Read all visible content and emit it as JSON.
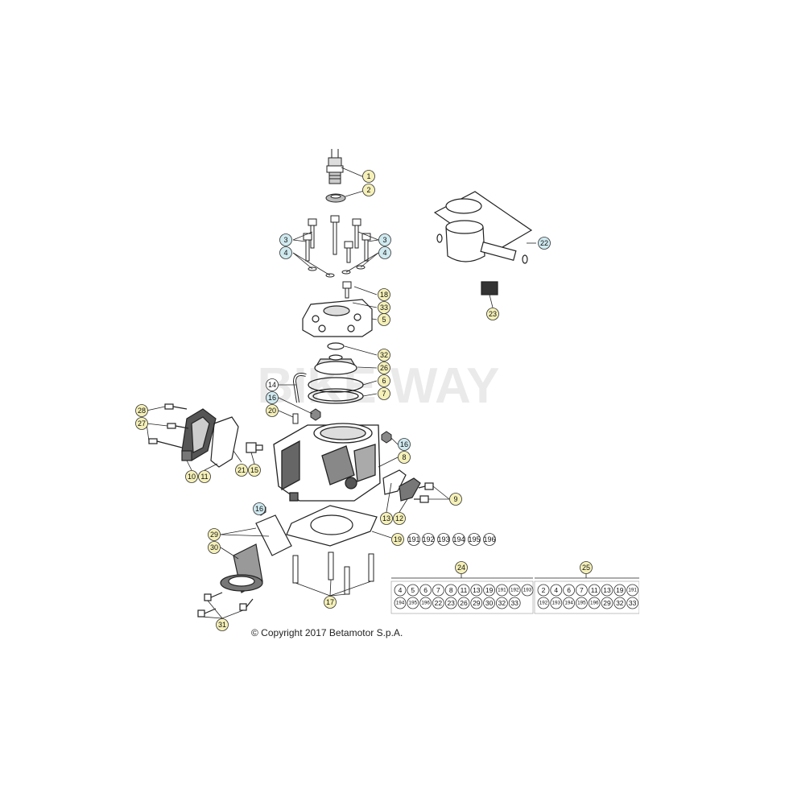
{
  "copyright": "© Copyright 2017 Betamotor S.p.A.",
  "watermark": "BIKE WAY",
  "callouts": [
    {
      "label": "1",
      "color": "yellow"
    },
    {
      "label": "2",
      "color": "yellow"
    },
    {
      "label": "3",
      "color": "blue"
    },
    {
      "label": "4",
      "color": "blue"
    },
    {
      "label": "3",
      "color": "blue"
    },
    {
      "label": "4",
      "color": "blue"
    },
    {
      "label": "18",
      "color": "yellow"
    },
    {
      "label": "33",
      "color": "yellow"
    },
    {
      "label": "5",
      "color": "yellow"
    },
    {
      "label": "32",
      "color": "yellow"
    },
    {
      "label": "26",
      "color": "yellow"
    },
    {
      "label": "6",
      "color": "yellow"
    },
    {
      "label": "7",
      "color": "yellow"
    },
    {
      "label": "14",
      "color": "white"
    },
    {
      "label": "16",
      "color": "blue"
    },
    {
      "label": "20",
      "color": "yellow"
    },
    {
      "label": "28",
      "color": "yellow"
    },
    {
      "label": "27",
      "color": "yellow"
    },
    {
      "label": "16",
      "color": "blue"
    },
    {
      "label": "8",
      "color": "yellow"
    },
    {
      "label": "21",
      "color": "yellow"
    },
    {
      "label": "15",
      "color": "yellow"
    },
    {
      "label": "10",
      "color": "yellow"
    },
    {
      "label": "11",
      "color": "yellow"
    },
    {
      "label": "9",
      "color": "yellow"
    },
    {
      "label": "16",
      "color": "blue"
    },
    {
      "label": "13",
      "color": "yellow"
    },
    {
      "label": "12",
      "color": "yellow"
    },
    {
      "label": "19",
      "color": "yellow"
    },
    {
      "label": "191",
      "color": "white"
    },
    {
      "label": "192",
      "color": "white"
    },
    {
      "label": "193",
      "color": "white"
    },
    {
      "label": "194",
      "color": "white"
    },
    {
      "label": "195",
      "color": "white"
    },
    {
      "label": "196",
      "color": "white"
    },
    {
      "label": "29",
      "color": "yellow"
    },
    {
      "label": "30",
      "color": "yellow"
    },
    {
      "label": "17",
      "color": "yellow"
    },
    {
      "label": "31",
      "color": "yellow"
    },
    {
      "label": "22",
      "color": "blue"
    },
    {
      "label": "23",
      "color": "yellow"
    },
    {
      "label": "24",
      "color": "yellow"
    },
    {
      "label": "25",
      "color": "yellow"
    }
  ],
  "kit24": {
    "label": "24",
    "row1": [
      "4",
      "5",
      "6",
      "7",
      "8",
      "11",
      "13",
      "19",
      "191",
      "192",
      "193"
    ],
    "row2": [
      "194",
      "195",
      "196",
      "22",
      "23",
      "26",
      "29",
      "30",
      "32",
      "33"
    ]
  },
  "kit25": {
    "label": "25",
    "row1": [
      "2",
      "4",
      "6",
      "7",
      "11",
      "13",
      "19",
      "191"
    ],
    "row2": [
      "192",
      "193",
      "194",
      "195",
      "196",
      "29",
      "32",
      "33"
    ]
  },
  "colors": {
    "yellow": "#f5f0b8",
    "blue": "#cfe9ef",
    "white": "#ffffff",
    "line": "#222222"
  }
}
